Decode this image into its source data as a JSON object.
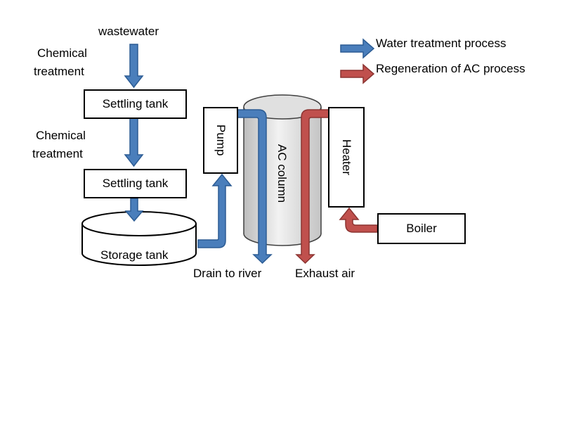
{
  "labels": {
    "wastewater": "wastewater",
    "chem1_line1": "Chemical",
    "chem1_line2": "treatment",
    "chem2_line1": "Chemical",
    "chem2_line2": "treatment",
    "settling1": "Settling tank",
    "settling2": "Settling tank",
    "storage": "Storage tank",
    "pump": "Pump",
    "ac_column": "AC column",
    "heater": "Heater",
    "boiler": "Boiler",
    "drain": "Drain to river",
    "exhaust": "Exhaust air"
  },
  "legend": {
    "water": "Water treatment process",
    "regen": "Regeneration of AC process"
  },
  "colors": {
    "water": "#4a7ebb",
    "water_stroke": "#2c5c94",
    "regen": "#c0504d",
    "regen_stroke": "#8c3431"
  }
}
